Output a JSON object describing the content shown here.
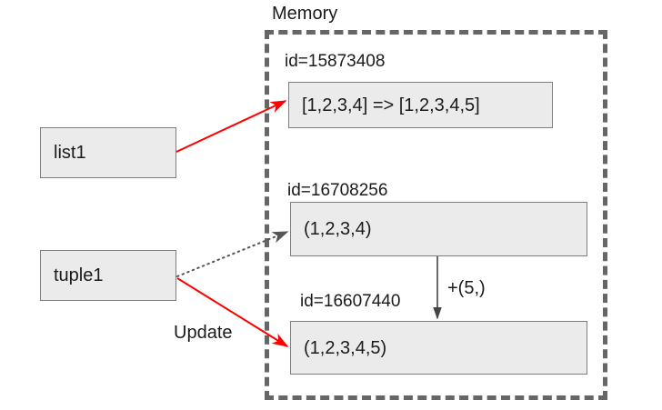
{
  "diagram": {
    "title": "Memory",
    "region_label": "Memory",
    "colors": {
      "box_fill": "#ebebeb",
      "box_border": "#7f7f7f",
      "region_border": "#666666",
      "reference_arrow": "#ff0000",
      "stale_arrow": "#555555",
      "op_arrow": "#444444",
      "text": "#1a1a1a"
    },
    "variables": [
      {
        "name": "list1",
        "label": "list1"
      },
      {
        "name": "tuple1",
        "label": "tuple1"
      }
    ],
    "objects": [
      {
        "id_label": "id=15873408",
        "value": "[1,2,3,4] => [1,2,3,4,5]",
        "kind": "list"
      },
      {
        "id_label": "id=16708256",
        "value": "(1,2,3,4)",
        "kind": "tuple"
      },
      {
        "id_label": "id=16607440",
        "value": "(1,2,3,4,5)",
        "kind": "tuple"
      }
    ],
    "edges": [
      {
        "name": "list1-to-list-object",
        "from": "list1",
        "to": "id=15873408",
        "style": "solid-red",
        "label": ""
      },
      {
        "name": "tuple1-old-reference",
        "from": "tuple1",
        "to": "id=16708256",
        "style": "dotted-gray",
        "label": ""
      },
      {
        "name": "tuple1-update-reference",
        "from": "tuple1",
        "to": "id=16607440",
        "style": "solid-red",
        "label": "Update"
      },
      {
        "name": "tuple-concat-operation",
        "from": "id=16708256",
        "to": "id=16607440",
        "style": "solid-gray",
        "label": "+(5,)"
      }
    ],
    "edge_labels": {
      "update": "Update",
      "concat": "+(5,)"
    }
  }
}
